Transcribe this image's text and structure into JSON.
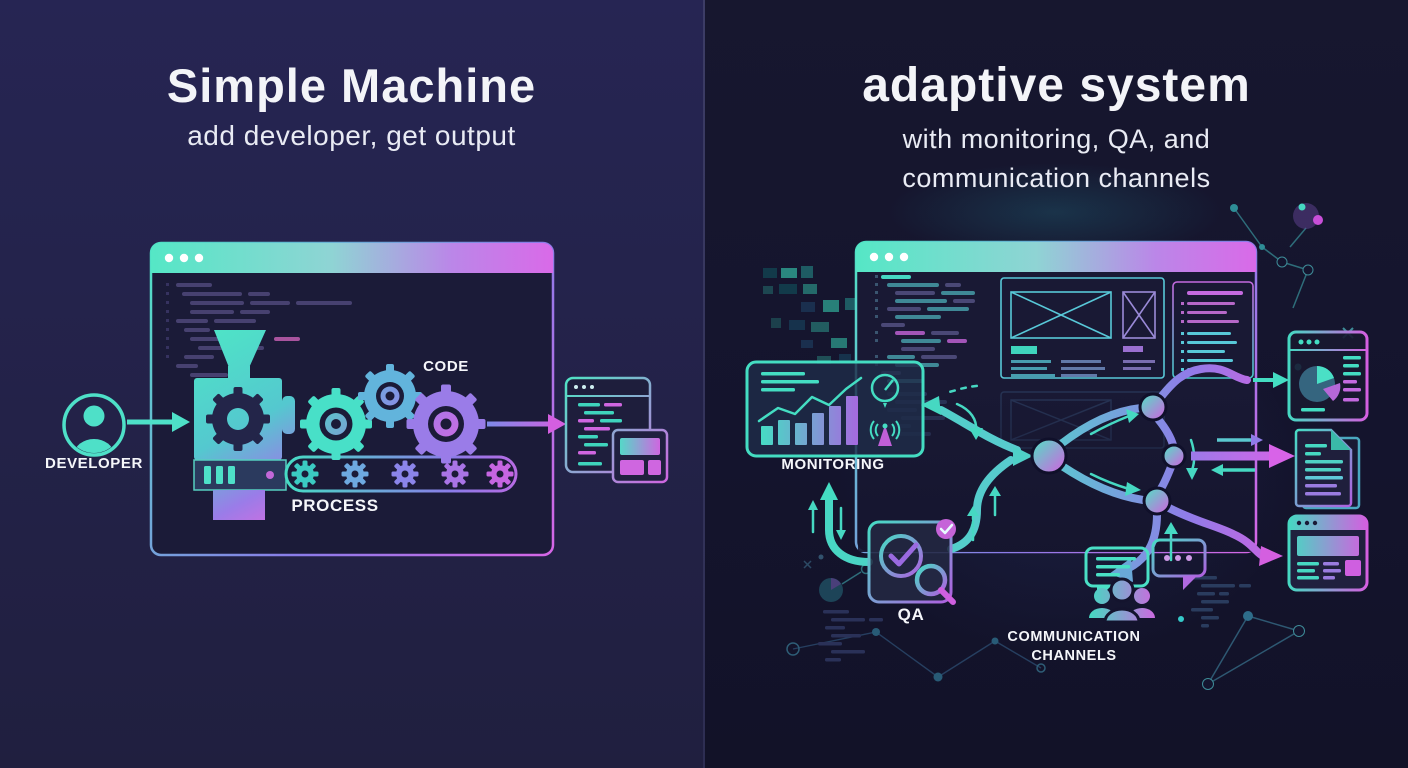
{
  "left": {
    "title": "Simple Machine",
    "subtitle": "add developer, get output",
    "labels": {
      "developer": "DEVELOPER",
      "code": "CODE",
      "process": "PROCESS"
    }
  },
  "right": {
    "title": "adaptive system",
    "subtitle": [
      "with monitoring, QA, and",
      "communication channels"
    ],
    "labels": {
      "monitoring": "MONITORING",
      "qa": "QA",
      "communication": [
        "COMMUNICATION",
        "CHANNELS"
      ]
    }
  },
  "colors": {
    "teal": "#46d8c2",
    "magenta": "#d45fe0",
    "purple": "#8f7ce8",
    "background_left": "#232349",
    "background_right": "#15152e",
    "window_background": "#1b1b38",
    "text": "#f3f4f8"
  },
  "icons": {
    "window-dots-icon": "•••",
    "developer-avatar-icon": "👤",
    "funnel-icon": "▼",
    "gear-icon": "⚙",
    "conveyor-belt-icon": "▭",
    "arrow-icon": "→",
    "output-window-icon": "🗔",
    "bar-chart-icon": "📊",
    "gauge-icon": "◔",
    "antenna-icon": "📡",
    "qa-check-icon": "✔",
    "magnifier-icon": "🔍",
    "chat-bubble-icon": "💬",
    "team-icon": "👥",
    "report-pie-icon": "◕",
    "document-stack-icon": "🗎",
    "website-icon": "🗔",
    "network-node-icon": "●"
  }
}
